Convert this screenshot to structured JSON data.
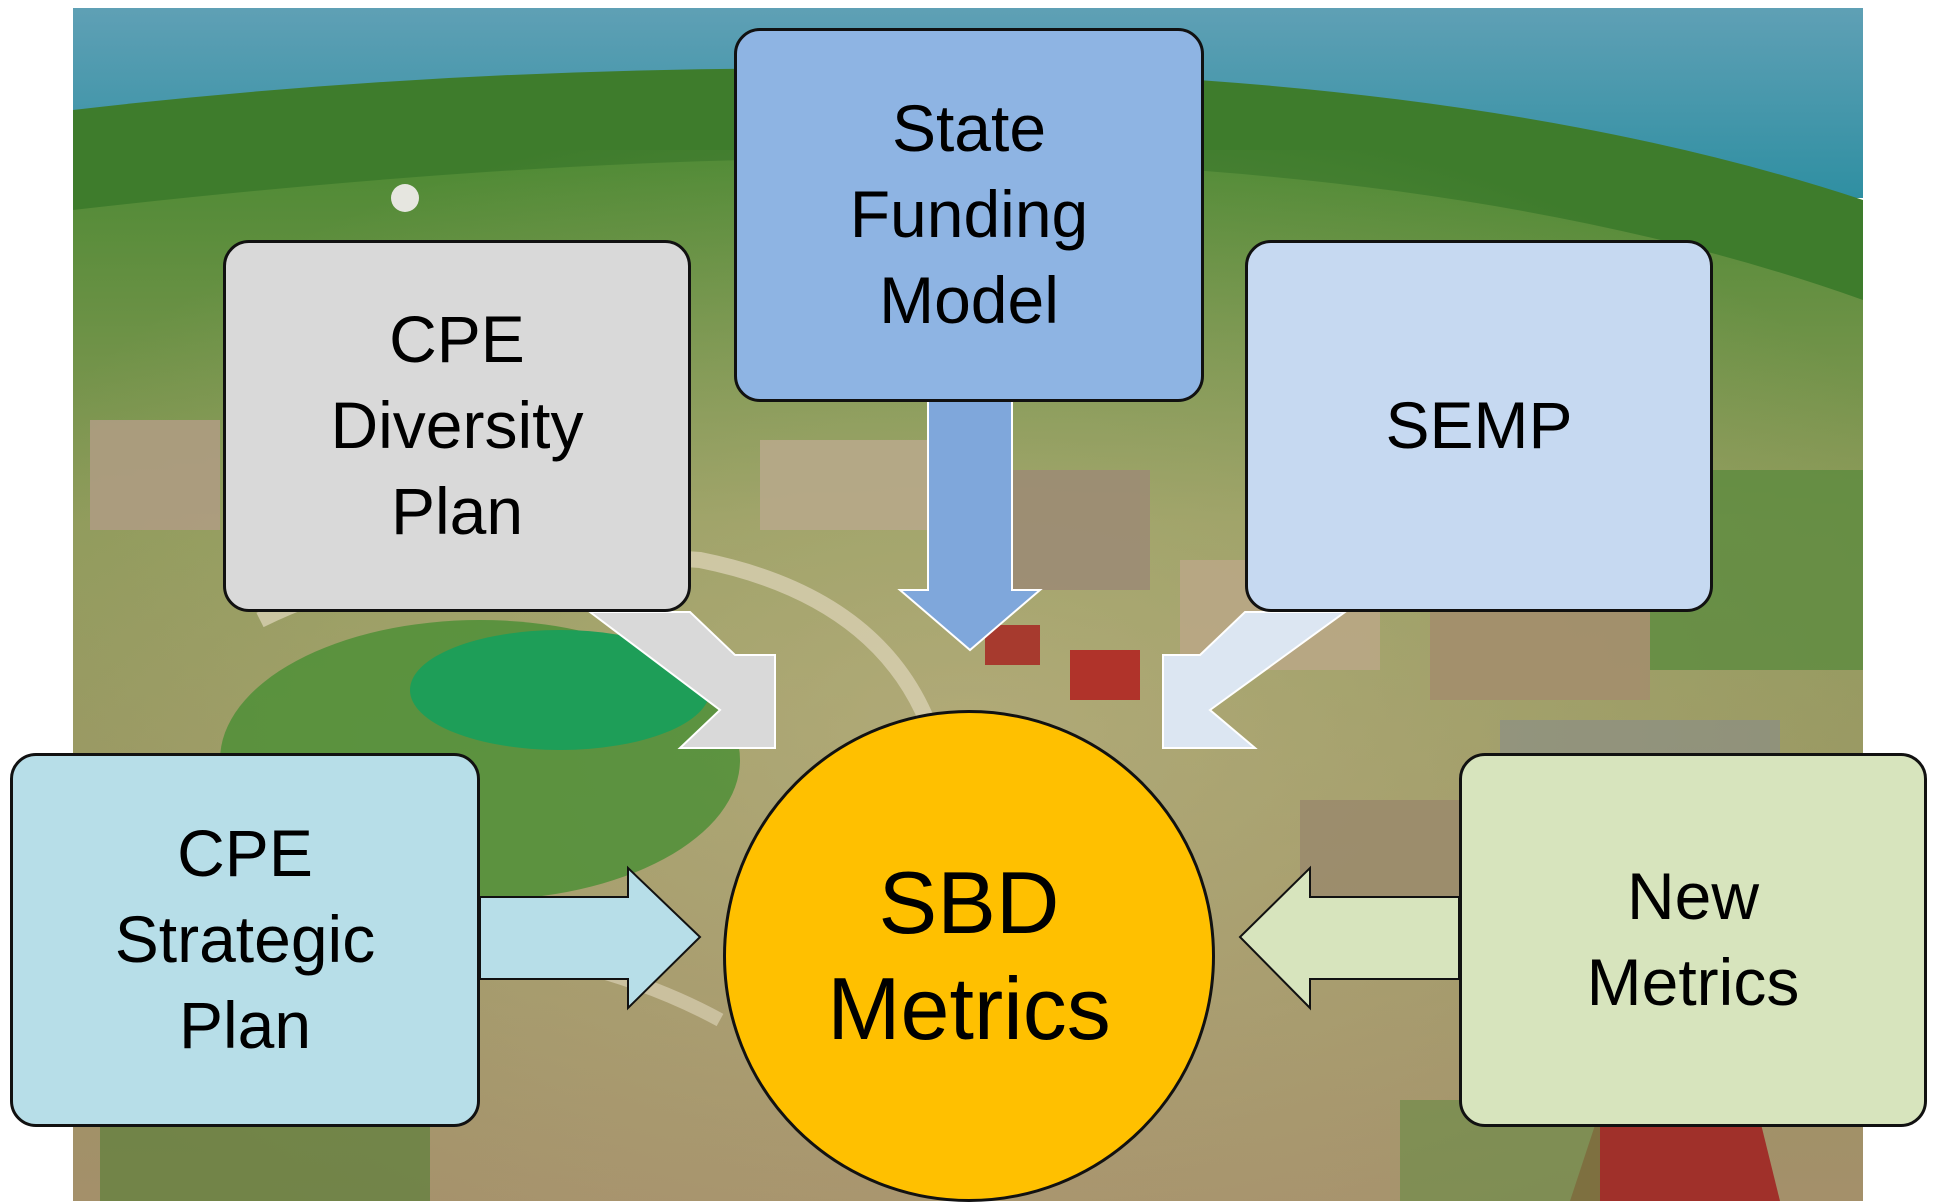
{
  "center": {
    "label": "SBD\nMetrics",
    "color": "#FFC000"
  },
  "boxes": {
    "state_funding": {
      "label": "State\nFunding\nModel",
      "color": "#8EB4E3"
    },
    "cpe_diversity": {
      "label": "CPE\nDiversity\nPlan",
      "color": "#D9D9D9"
    },
    "semp": {
      "label": "SEMP",
      "color": "#C6D9F1"
    },
    "cpe_strategic": {
      "label": "CPE\nStrategic\nPlan",
      "color": "#B7DEE8"
    },
    "new_metrics": {
      "label": "New\nMetrics",
      "color": "#D7E4BD"
    }
  },
  "arrows": {
    "state_funding": "#7FA7DB",
    "cpe_diversity": "#D9D9D9",
    "semp": "#DCE6F2",
    "cpe_strategic": "#B7DEE8",
    "new_metrics": "#D7E4BD"
  },
  "background": {
    "sky": "#3E8BA6",
    "hills": "#3F7F2C",
    "campus": "#A89A6C",
    "pond": "#1E9E58",
    "roof_red": "#B0332A"
  }
}
